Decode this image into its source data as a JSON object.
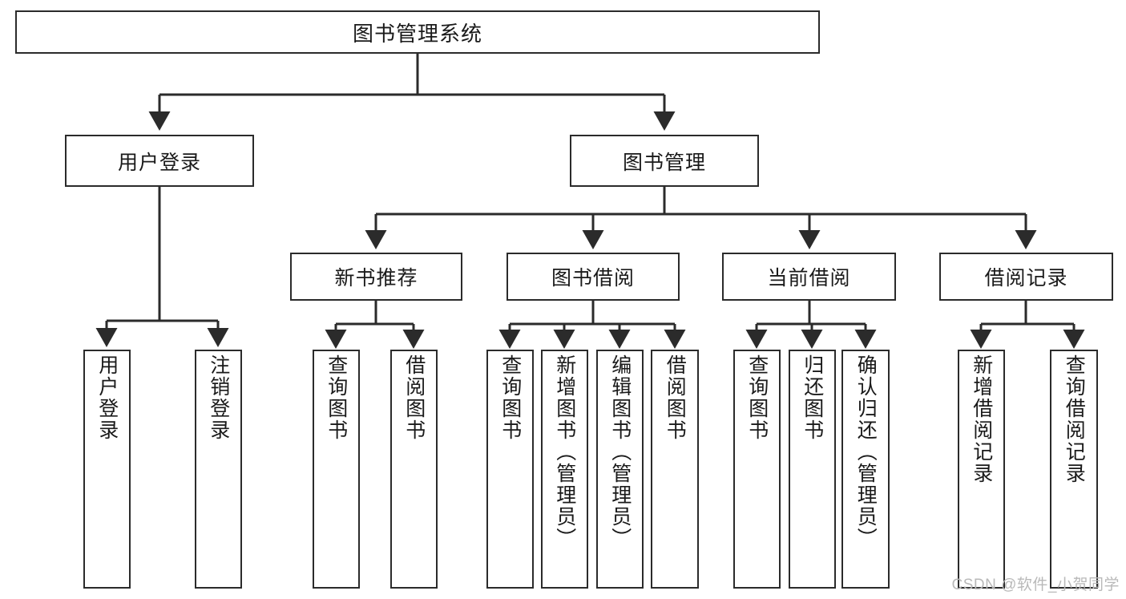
{
  "diagram": {
    "title": "图书管理系统",
    "type": "hierarchy-tree",
    "colors": {
      "box_border": "#2b2b2b",
      "box_fill": "#ffffff",
      "edge": "#2b2b2b",
      "text": "#1a1a1a",
      "watermark": "#b9b9b9"
    },
    "levels": {
      "root": {
        "label": "图书管理系统"
      },
      "level2": [
        {
          "id": "user-login",
          "label": "用户登录"
        },
        {
          "id": "book-management",
          "label": "图书管理"
        }
      ],
      "level3": [
        {
          "id": "new-book-recommend",
          "label": "新书推荐"
        },
        {
          "id": "book-borrow",
          "label": "图书借阅"
        },
        {
          "id": "current-borrow",
          "label": "当前借阅"
        },
        {
          "id": "borrow-record",
          "label": "借阅记录"
        }
      ],
      "leaves": {
        "user_login": [
          {
            "id": "leaf-user-login",
            "label": "用户登录"
          },
          {
            "id": "leaf-logout-login",
            "label": "注销登录"
          }
        ],
        "new_book_recommend": [
          {
            "id": "leaf-query-book-1",
            "label": "查询图书"
          },
          {
            "id": "leaf-borrow-book-1",
            "label": "借阅图书"
          }
        ],
        "book_borrow": [
          {
            "id": "leaf-query-book-2",
            "label": "查询图书"
          },
          {
            "id": "leaf-add-book",
            "label": "新增图书（管理员）"
          },
          {
            "id": "leaf-edit-book",
            "label": "编辑图书（管理员）"
          },
          {
            "id": "leaf-borrow-book-2",
            "label": "借阅图书"
          }
        ],
        "current_borrow": [
          {
            "id": "leaf-query-book-3",
            "label": "查询图书"
          },
          {
            "id": "leaf-return-book",
            "label": "归还图书"
          },
          {
            "id": "leaf-confirm-return",
            "label": "确认归还（管理员）"
          }
        ],
        "borrow_record": [
          {
            "id": "leaf-add-record",
            "label": "新增借阅记录"
          },
          {
            "id": "leaf-query-record",
            "label": "查询借阅记录"
          }
        ]
      }
    },
    "watermark": "CSDN @软件_小贺同学"
  }
}
